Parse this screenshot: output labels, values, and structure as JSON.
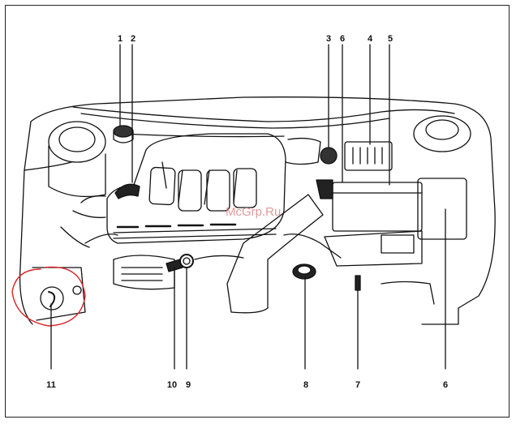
{
  "diagram": {
    "watermark": "McGrp.Ru",
    "callouts": {
      "c1": "1",
      "c2": "2",
      "c3": "3",
      "c6a": "6",
      "c4": "4",
      "c5": "5",
      "c11": "11",
      "c10": "10",
      "c9": "9",
      "c8": "8",
      "c7": "7",
      "c6b": "6"
    },
    "colors": {
      "ink": "#111111",
      "highlight_circle": "#d9252a",
      "watermark": "#d98a8a"
    }
  }
}
